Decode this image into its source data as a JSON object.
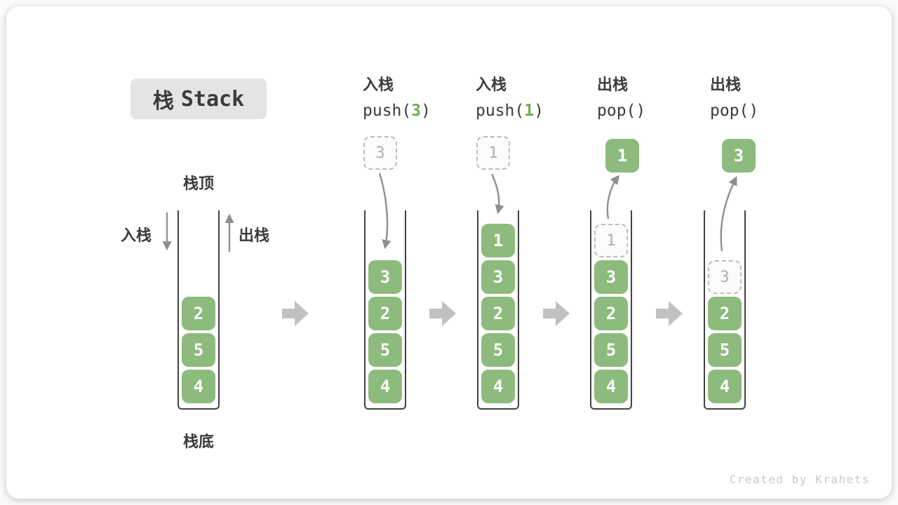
{
  "title": {
    "zh": "栈",
    "en": "Stack"
  },
  "side_labels": {
    "top": "栈顶",
    "bottom": "栈底",
    "push": "入栈",
    "pop": "出栈"
  },
  "ops": [
    {
      "zh": "入栈",
      "fn": "push(",
      "arg": "3",
      "close": ")"
    },
    {
      "zh": "入栈",
      "fn": "push(",
      "arg": "1",
      "close": ")"
    },
    {
      "zh": "出栈",
      "fn": "pop(",
      "arg": "",
      "close": ")"
    },
    {
      "zh": "出栈",
      "fn": "pop(",
      "arg": "",
      "close": ")"
    }
  ],
  "stacks": [
    {
      "name": "initial",
      "cells": [
        "2",
        "5",
        "4"
      ]
    },
    {
      "name": "after-push-3",
      "incoming": "3",
      "cells": [
        "3",
        "2",
        "5",
        "4"
      ]
    },
    {
      "name": "after-push-1",
      "incoming": "1",
      "cells": [
        "1",
        "3",
        "2",
        "5",
        "4"
      ]
    },
    {
      "name": "after-pop-1",
      "outgoing": "1",
      "ghost": "1",
      "cells": [
        "3",
        "2",
        "5",
        "4"
      ]
    },
    {
      "name": "after-pop-3",
      "outgoing": "3",
      "ghost": "3",
      "cells": [
        "2",
        "5",
        "4"
      ]
    }
  ],
  "watermark": "Created by Krahets",
  "colors": {
    "green": "#8cbb7d",
    "green_dark": "#6fae53",
    "ink": "#3b3b3b",
    "wall": "#424242",
    "arrow": "#8f8f8f",
    "chevron": "#c1c1c1",
    "dashed_border": "#bcbcbc",
    "dashed_text": "#aeaeae",
    "badge_bg": "#e4e4e4",
    "watermark": "#c9c9c9"
  }
}
